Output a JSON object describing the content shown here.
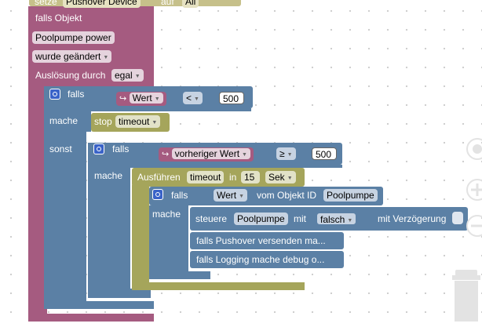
{
  "colors": {
    "event": "#a55b80",
    "logic": "#5b80a5",
    "action": "#a5a55b",
    "var": "#a55b80",
    "plain_dd": "#e5d3dd"
  },
  "top_block": {
    "label": "setze",
    "field": "Pushover Device",
    "mid": "auf",
    "value": "All"
  },
  "trigger": {
    "title": "falls Objekt",
    "object_id": "Poolpumpe power",
    "condition": "wurde geändert",
    "trigger_label": "Auslösung durch",
    "trigger_value": "egal"
  },
  "if1": {
    "falls": "falls",
    "var": "Wert",
    "op": "<",
    "num": "500",
    "mache": "mache",
    "sonst": "sonst",
    "stop_label": "stop",
    "stop_value": "timeout"
  },
  "if2": {
    "falls": "falls",
    "var": "vorheriger Wert",
    "op": "≥",
    "num": "500",
    "mache": "mache"
  },
  "timeout": {
    "label": "Ausführen",
    "name": "timeout",
    "in": "in",
    "num": "15",
    "unit": "Sek"
  },
  "if3": {
    "falls": "falls",
    "prop": "Wert",
    "from": "vom Objekt ID",
    "obj": "Poolpumpe",
    "mache": "mache"
  },
  "control": {
    "label": "steuere",
    "obj": "Poolpumpe",
    "mit": "mit",
    "value": "falsch",
    "delay": "mit Verzögerung"
  },
  "collapsed": [
    "falls Pushover versenden ma...",
    "falls Logging mache debug o..."
  ]
}
